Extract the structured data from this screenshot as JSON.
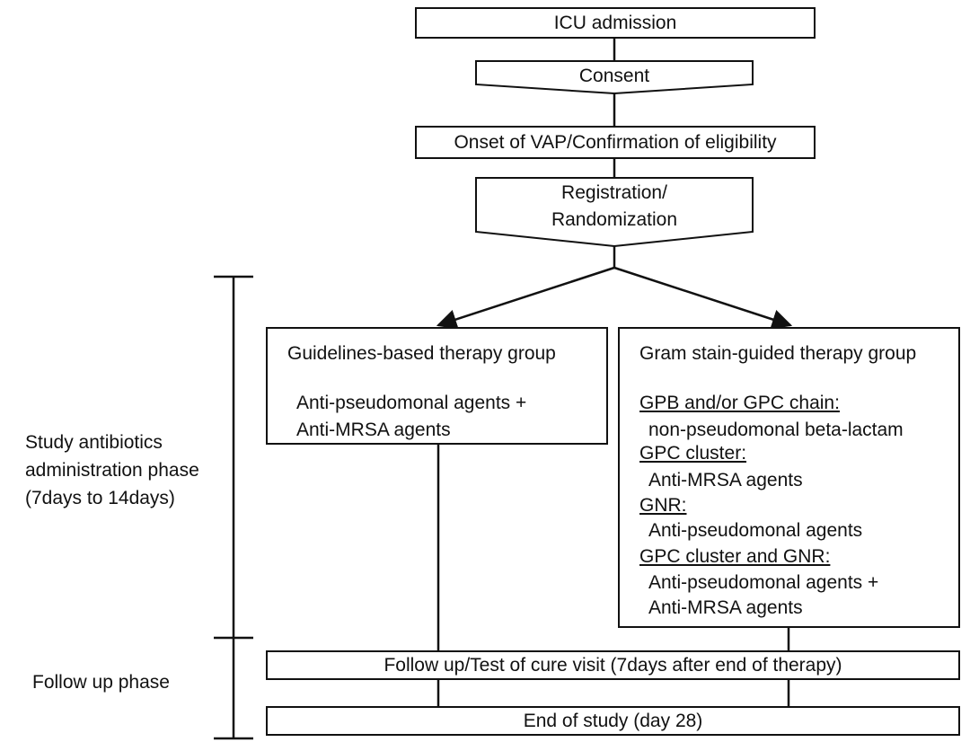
{
  "flow": {
    "icu": "ICU admission",
    "consent": "Consent",
    "onset": "Onset of VAP/Confirmation of eligibility",
    "registration_line1": "Registration/",
    "registration_line2": "Randomization",
    "followup_visit": "Follow up/Test of cure visit (7days after end of therapy)",
    "end_of_study": "End of study (day 28)"
  },
  "guidelines_group": {
    "title": "Guidelines-based therapy group",
    "lines": [
      "Anti-pseudomonal agents +",
      "Anti-MRSA agents"
    ]
  },
  "gram_group": {
    "title": "Gram stain-guided therapy group",
    "items": [
      {
        "heading": "GPB and/or GPC chain:",
        "lines": [
          "non-pseudomonal beta-lactam"
        ]
      },
      {
        "heading": "GPC cluster:",
        "lines": [
          "Anti-MRSA agents"
        ]
      },
      {
        "heading": "GNR:",
        "lines": [
          "Anti-pseudomonal agents"
        ]
      },
      {
        "heading": "GPC cluster and GNR:",
        "lines": [
          "Anti-pseudomonal agents +",
          "Anti-MRSA agents"
        ]
      }
    ]
  },
  "phases": {
    "study_line1": "Study antibiotics",
    "study_line2": "administration phase",
    "study_line3": "(7days to 14days)",
    "followup": "Follow up phase"
  }
}
